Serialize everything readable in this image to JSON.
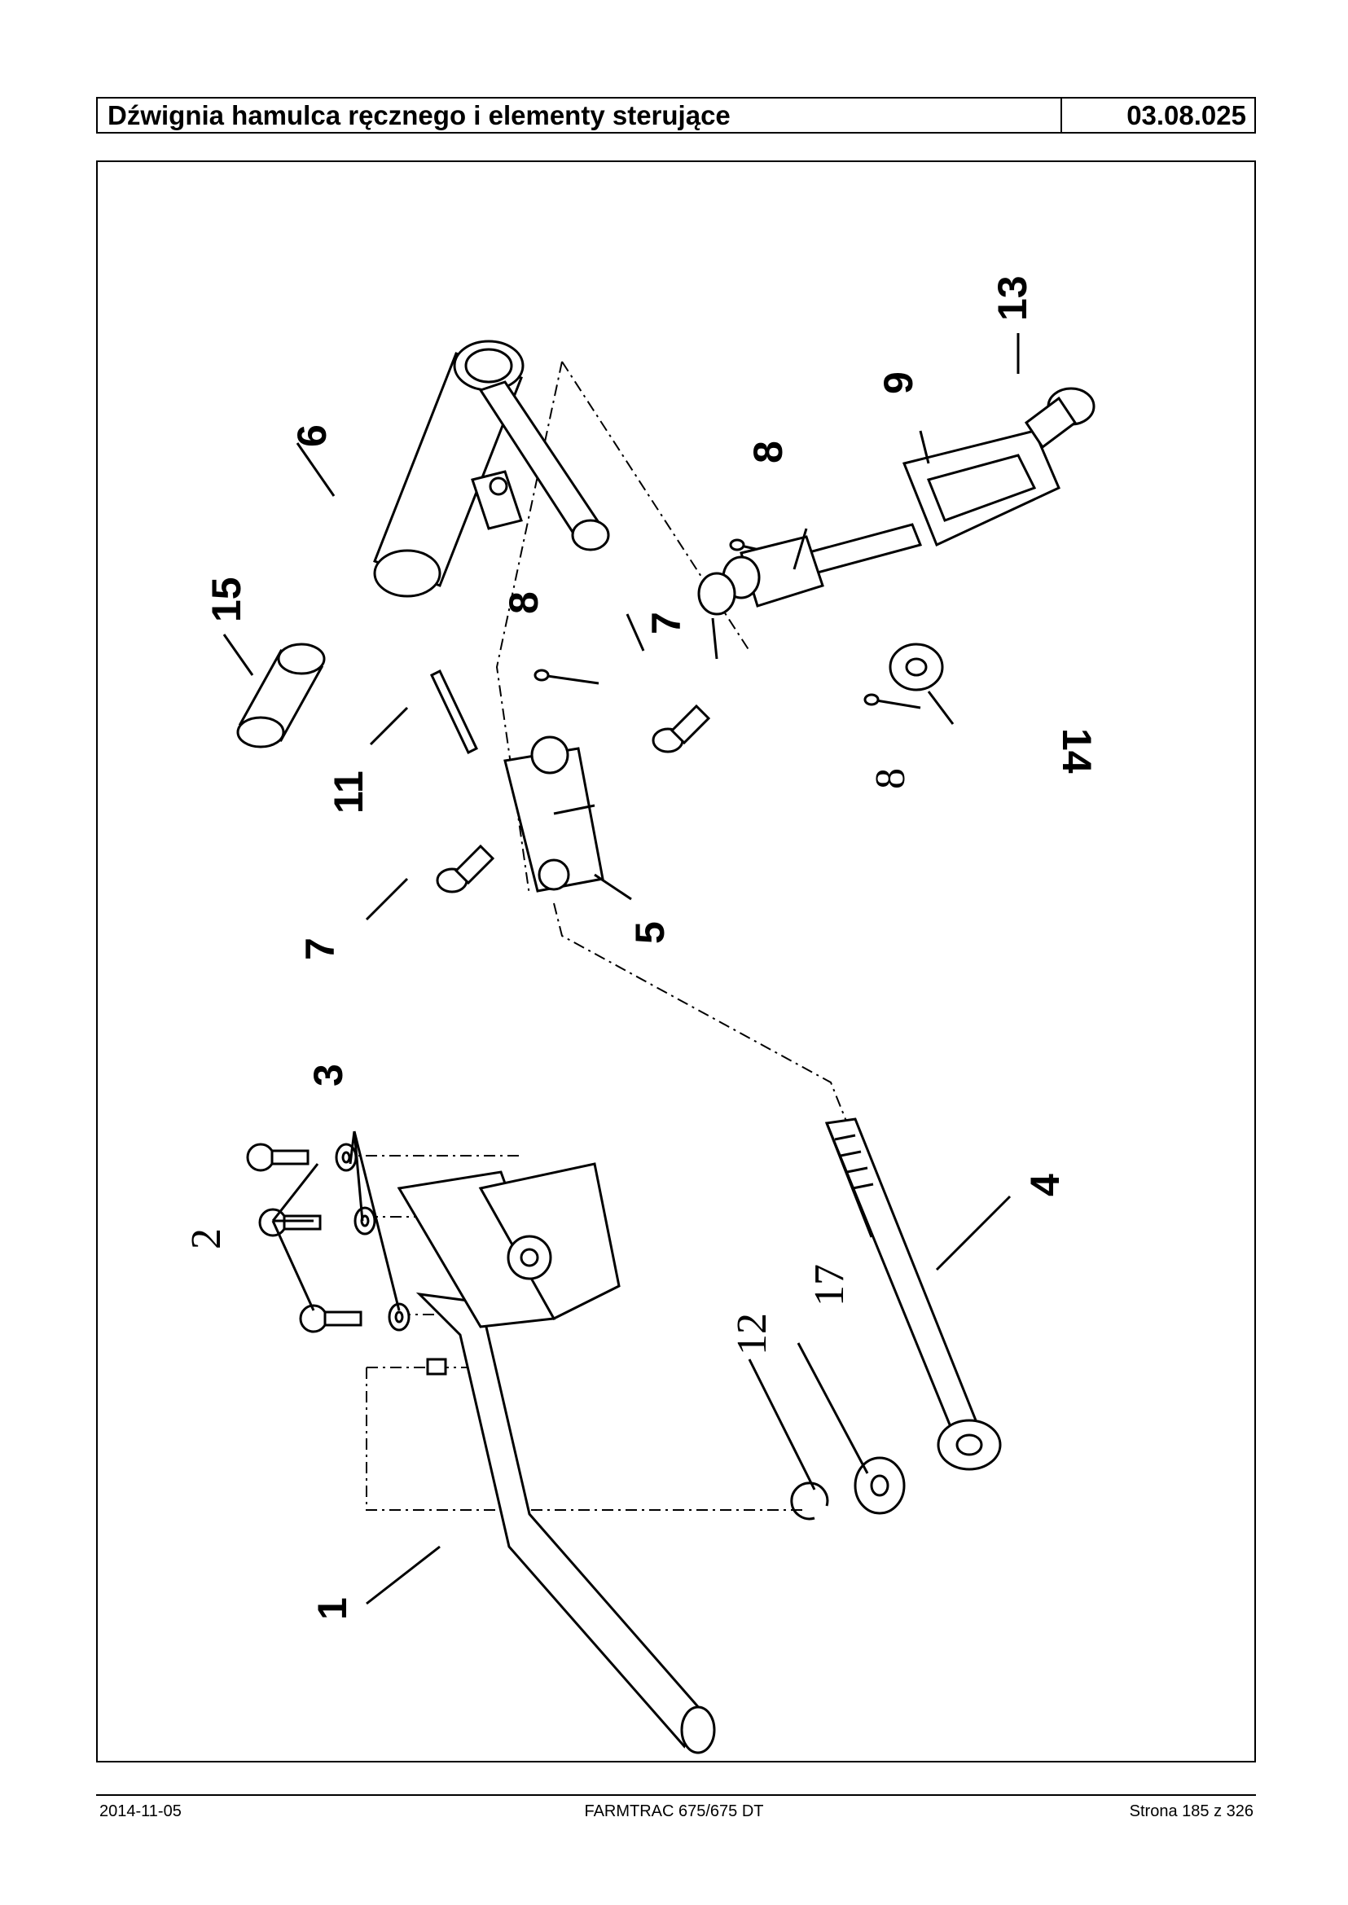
{
  "header": {
    "title": "Dźwignia hamulca ręcznego i elementy sterujące",
    "code": "03.08.025"
  },
  "diagram": {
    "labels": {
      "l1": "1",
      "l2": "2",
      "l3": "3",
      "l4": "4",
      "l5": "5",
      "l6": "6",
      "l7a": "7",
      "l7b": "7",
      "l8a": "8",
      "l8b": "8",
      "l8c": "8",
      "l9": "9",
      "l11": "11",
      "l12": "12",
      "l13": "13",
      "l14": "14",
      "l15": "15",
      "l17": "17"
    }
  },
  "footer": {
    "date": "2014-11-05",
    "model": "FARMTRAC 675/675 DT",
    "page": "Strona 185 z 326"
  }
}
